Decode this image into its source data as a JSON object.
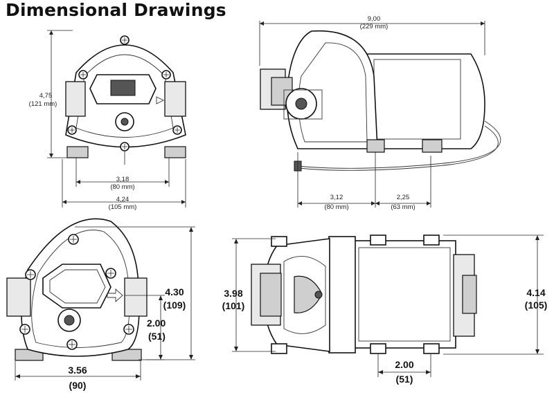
{
  "title": "Dimensional Drawings",
  "dims": {
    "top_width": {
      "value": "9,00",
      "mm": "(229 mm)"
    },
    "front_height": {
      "value": "4,75",
      "mm": "(121 mm)"
    },
    "front_mount": {
      "value": "3,18",
      "mm": "(80 mm)"
    },
    "front_width": {
      "value": "4,24",
      "mm": "(105 mm)"
    },
    "side_a": {
      "value": "3,12",
      "mm": "(80 mm)"
    },
    "side_b": {
      "value": "2,25",
      "mm": "(63 mm)"
    },
    "b_height": {
      "value": "4.30",
      "mm": "(109)"
    },
    "b_inlet": {
      "value": "2.00",
      "mm": "(51)"
    },
    "b_width": {
      "value": "3.56",
      "mm": "(90)"
    },
    "c_height_left": {
      "value": "3.98",
      "mm": "(101)"
    },
    "c_height_right": {
      "value": "4.14",
      "mm": "(105)"
    },
    "c_mount": {
      "value": "2.00",
      "mm": "(51)"
    }
  }
}
